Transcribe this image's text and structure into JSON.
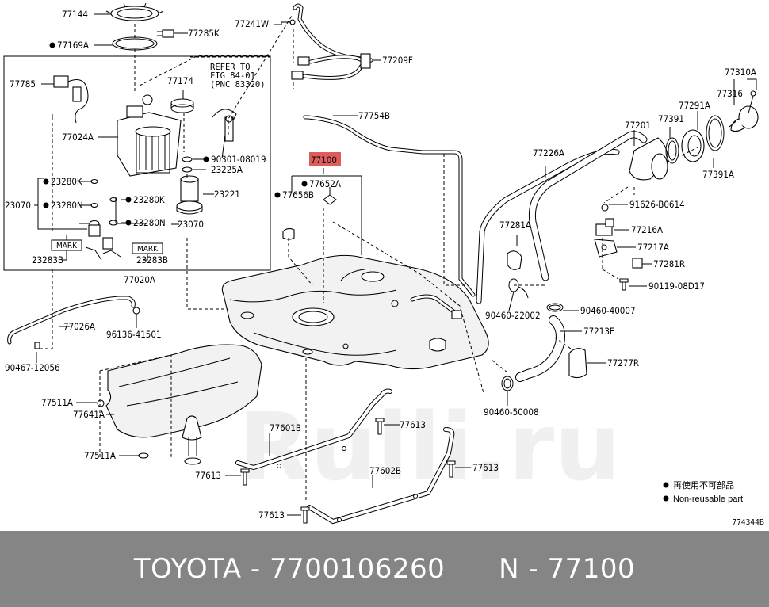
{
  "diagram_id": "774344B",
  "highlight_color": "#d94040",
  "footer_color": "#858585",
  "footer": {
    "brand": "TOYOTA",
    "part_number": "7700106260",
    "pnc": "N - 77100"
  },
  "legend": {
    "line1": "再使用不可部品",
    "line2": "Non-reusable part"
  },
  "reference_note": [
    "REFER TO",
    "FIG 84-01",
    "(PNC 83320)"
  ],
  "watermark": "Rulli.ru",
  "labels": {
    "p77144": "77144",
    "p77169A": "77169A",
    "p77285K": "77285K",
    "p77241W": "77241W",
    "p77209F": "77209F",
    "p77785": "77785",
    "p77174": "77174",
    "p77024A": "77024A",
    "p90301": "90301-08019",
    "p23225A": "23225A",
    "p23280K_a": "23280K",
    "p23280N_a": "23280N",
    "p23070_a": "23070",
    "p23221": "23221",
    "p23280K_b": "23280K",
    "p23280N_b": "23280N",
    "p23070_b": "23070",
    "mark_a": "MARK",
    "mark_b": "MARK",
    "p23283B_a": "23283B",
    "p23283B_b": "23283B",
    "p77020A": "77020A",
    "p77754B": "77754B",
    "p77100": "77100",
    "p77652A": "77652A",
    "p77656B": "77656B",
    "p77226A": "77226A",
    "p77201": "77201",
    "p77391": "77391",
    "p77291A": "77291A",
    "p77316": "77316",
    "p77310A": "77310A",
    "p77391A": "77391A",
    "p91626": "91626-B0614",
    "p77281A": "77281A",
    "p77216A": "77216A",
    "p77217A": "77217A",
    "p77281R": "77281R",
    "p90119": "90119-08D17",
    "p90460_40007": "90460-40007",
    "p90460_22002": "90460-22002",
    "p77213E": "77213E",
    "p77277R": "77277R",
    "p90460_50008": "90460-50008",
    "p77026A": "77026A",
    "p96136": "96136-41501",
    "p90467": "90467-12056",
    "p77511A_a": "77511A",
    "p77641A": "77641A",
    "p77511A_b": "77511A",
    "p77601B": "77601B",
    "p77613_a": "77613",
    "p77613_b": "77613",
    "p77613_c": "77613",
    "p77613_d": "77613",
    "p77602B": "77602B"
  }
}
